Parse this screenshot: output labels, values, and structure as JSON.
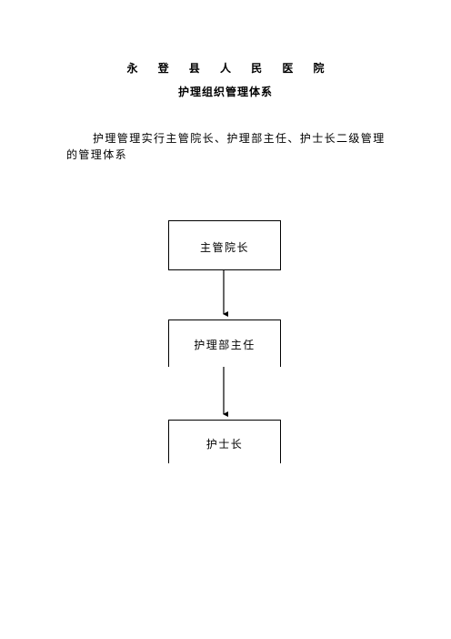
{
  "header": {
    "hospital_name": "永 登 县 人 民 医 院",
    "document_title": "护理组织管理体系"
  },
  "body": {
    "paragraph": "护理管理实行主管院长、护理部主任、护士长二级管理的管理体系"
  },
  "org_chart": {
    "nodes": [
      {
        "label": "主管院长"
      },
      {
        "label": "护理部主任"
      },
      {
        "label": "护士长"
      }
    ],
    "colors": {
      "line": "#000000",
      "text": "#000000"
    }
  }
}
